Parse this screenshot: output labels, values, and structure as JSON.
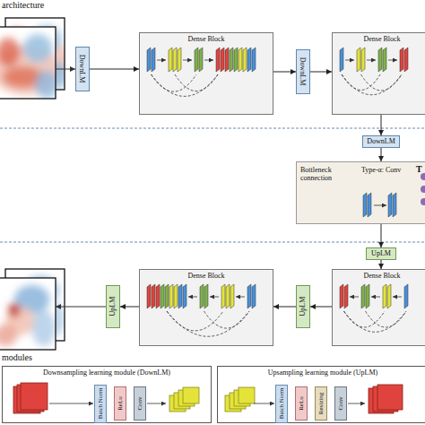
{
  "diagram": {
    "nodes": [
      {
        "text": [
          "DownLM"
        ]
      },
      {
        "text": [
          "Dense Block"
        ]
      },
      {
        "text": [
          "DownLM"
        ]
      },
      {
        "text": [
          "Dense Block"
        ]
      },
      {
        "text": [
          "DownLM"
        ]
      },
      {
        "text": [
          "Bottleneck connection",
          "Type-α: Conv"
        ]
      },
      {
        "text": [
          "UpLM"
        ]
      },
      {
        "text": [
          "Dense Block"
        ]
      },
      {
        "text": [
          "UpLM"
        ]
      },
      {
        "text": [
          "Dense Block"
        ]
      },
      {
        "text": [
          "UpLM"
        ]
      },
      {
        "text": [
          "Downsampling learning module (DownLM)"
        ]
      },
      {
        "text": [
          "Batch Norm"
        ],
        "in": 11
      },
      {
        "text": [
          "ReLu"
        ],
        "in": 11
      },
      {
        "text": [
          "Conv"
        ],
        "in": 11
      },
      {
        "text": [
          "Upsampling learning module (UpLM)"
        ]
      },
      {
        "text": [
          "Batch Norm"
        ],
        "in": 15
      },
      {
        "text": [
          "ReLu"
        ],
        "in": 15
      },
      {
        "text": [
          "Resizing"
        ],
        "in": 15
      },
      {
        "text": [
          "Conv"
        ],
        "in": 15
      }
    ],
    "edges": [
      {
        "from": 0,
        "to": 1,
        "arrow": "to"
      },
      {
        "from": 1,
        "to": 2,
        "arrow": "to"
      },
      {
        "from": 2,
        "to": 3,
        "arrow": "to"
      },
      {
        "from": 3,
        "to": 4,
        "arrow": "to"
      },
      {
        "from": 4,
        "to": 5,
        "arrow": "to"
      },
      {
        "from": 5,
        "to": 6,
        "arrow": "to"
      },
      {
        "from": 6,
        "to": 7,
        "arrow": "to"
      },
      {
        "from": 7,
        "to": 8,
        "arrow": "to"
      },
      {
        "from": 8,
        "to": 9,
        "arrow": "to"
      },
      {
        "from": 9,
        "to": 10,
        "arrow": "to"
      },
      {
        "from": 12,
        "to": 13,
        "arrow": "to"
      },
      {
        "from": 13,
        "to": 14,
        "arrow": "to"
      },
      {
        "from": 16,
        "to": 17,
        "arrow": "to"
      },
      {
        "from": 17,
        "to": 18,
        "arrow": "to"
      },
      {
        "from": 18,
        "to": 19,
        "arrow": "to"
      }
    ],
    "labels": [
      "architecture",
      "T",
      "modules"
    ]
  }
}
